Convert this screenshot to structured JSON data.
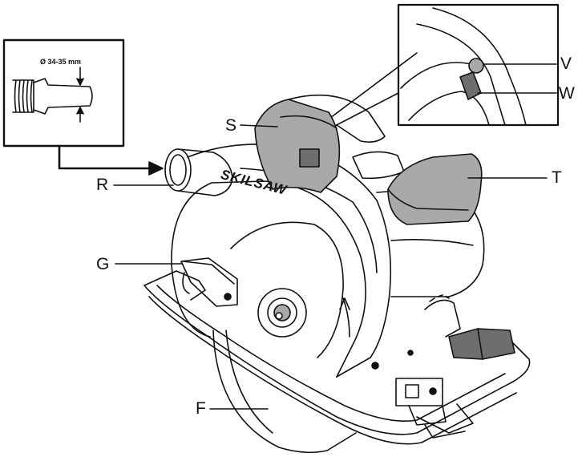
{
  "inset_dimension": "Ø 34-35 mm",
  "brand": "SKILSAW",
  "labels": {
    "V": "V",
    "W": "W",
    "S": "S",
    "T": "T",
    "R": "R",
    "G": "G",
    "F": "F"
  },
  "colors": {
    "line": "#111111",
    "grey_part": "#a9a9a9",
    "dark_part": "#6e6e6e",
    "background": "#ffffff"
  }
}
